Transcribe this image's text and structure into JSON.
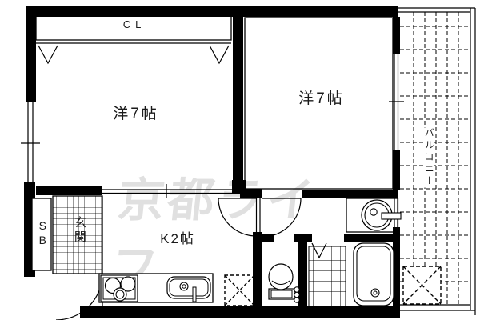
{
  "floorplan": {
    "labels": {
      "closet": "CL",
      "room1": "洋7帖",
      "room2": "洋7帖",
      "kitchen": "K2帖",
      "entrance": "玄関",
      "shoe_box": "SB",
      "balcony": "バルコニー"
    },
    "watermark": "京都ライフ",
    "colors": {
      "wall": "#000000",
      "line": "#000000",
      "watermark": "#e0e0e0",
      "background": "#ffffff"
    }
  }
}
